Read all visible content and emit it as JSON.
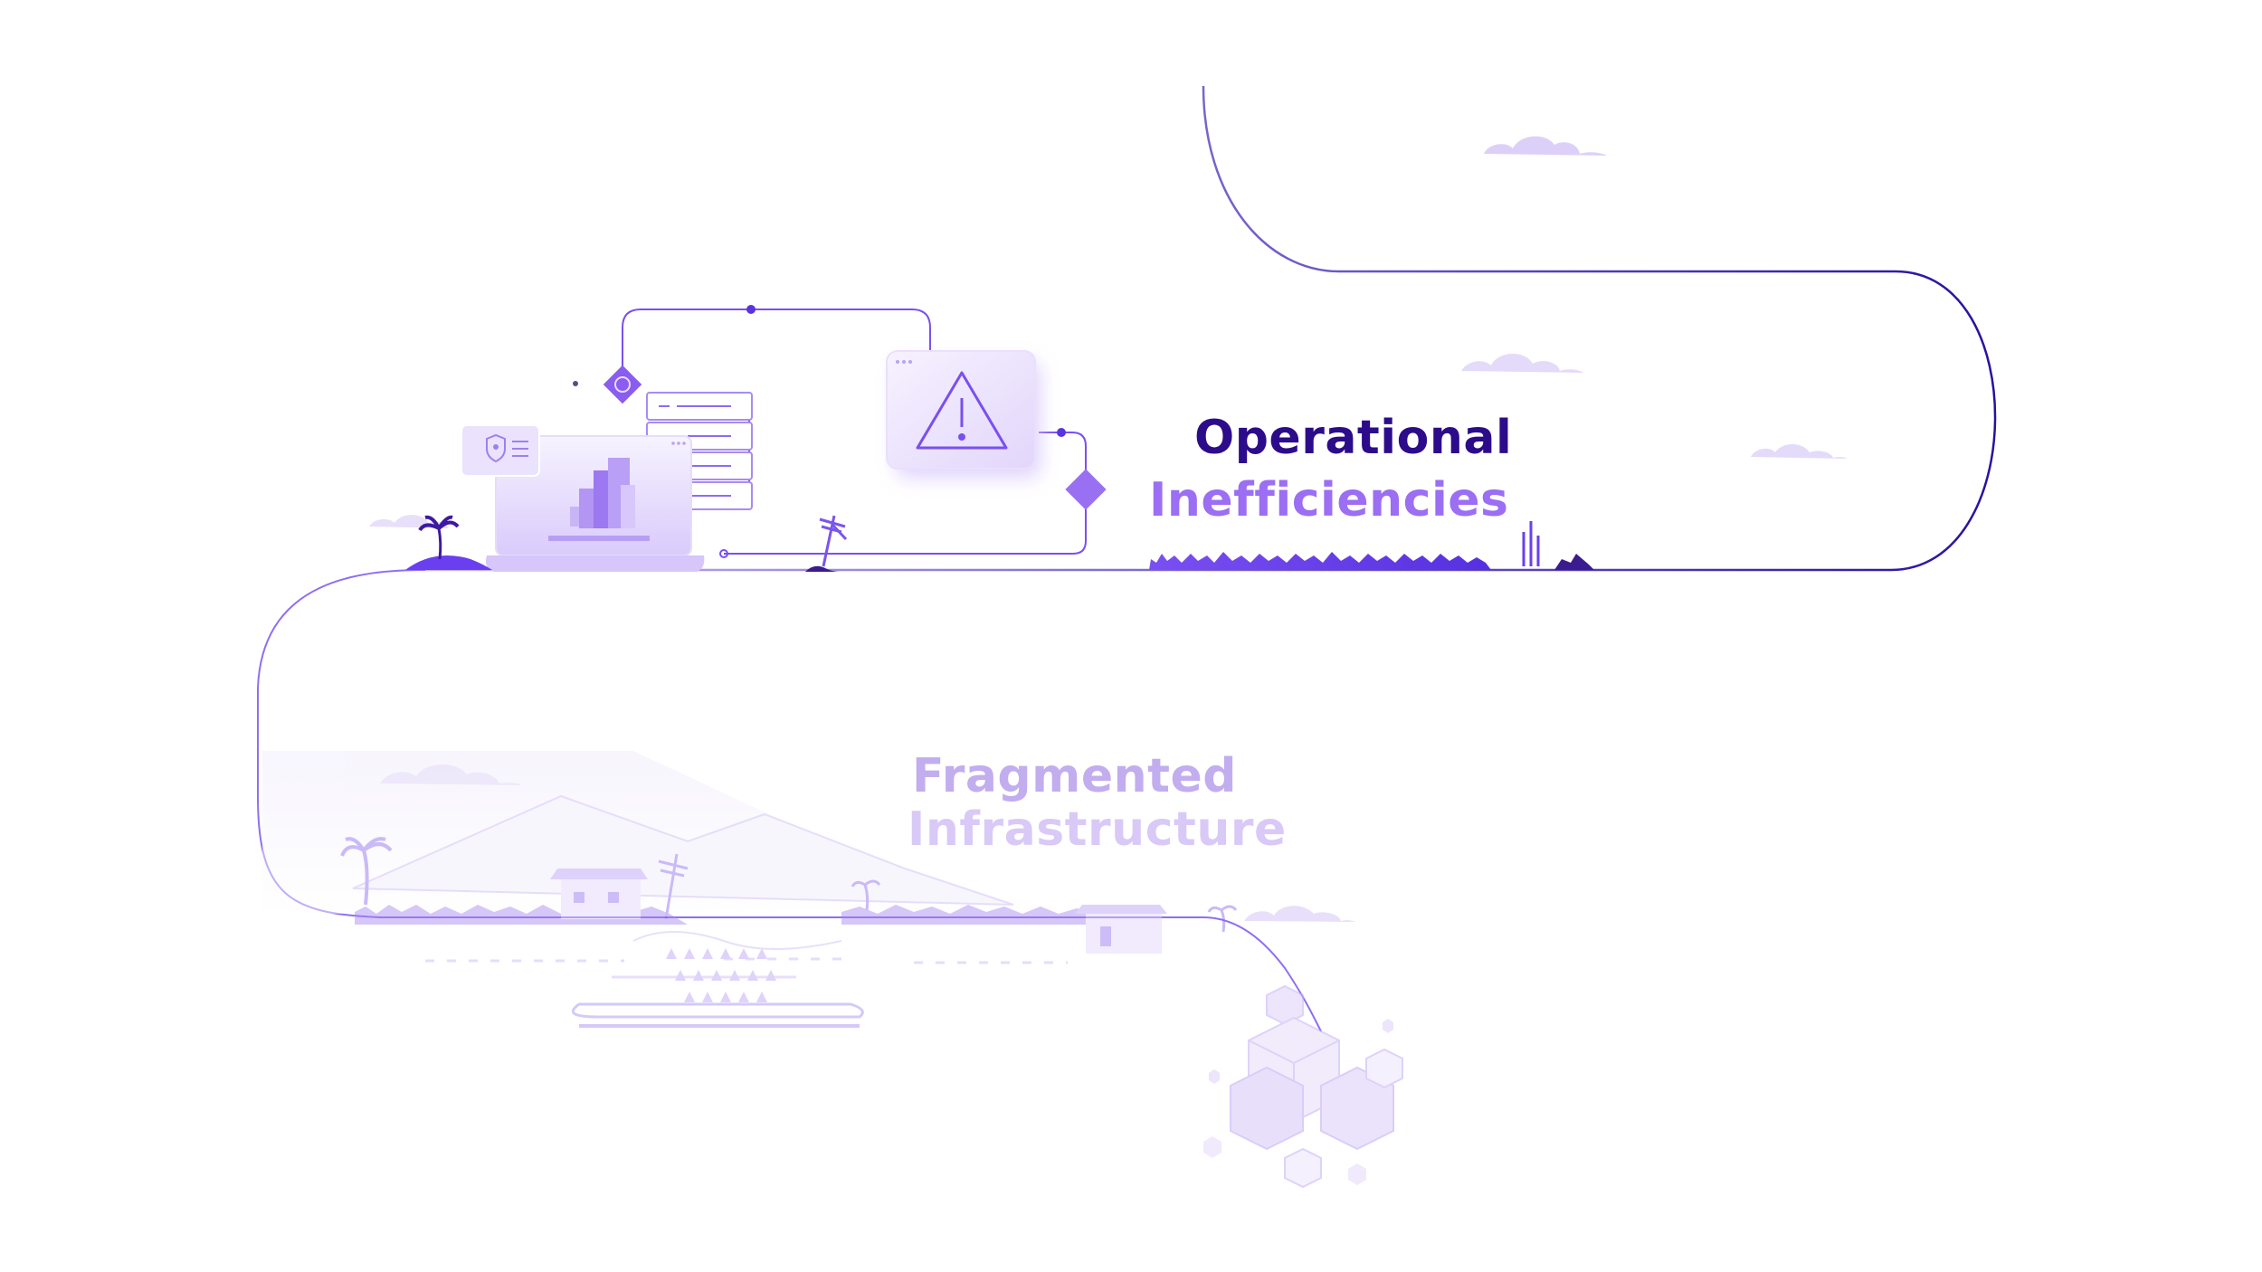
{
  "stages": [
    {
      "line1": "Operational",
      "line2": "Inefficiencies",
      "state": "active"
    },
    {
      "line1": "Fragmented",
      "line2": "Infrastructure",
      "state": "faded"
    }
  ],
  "colors": {
    "path": "#3b1fa8",
    "title_dark": "#2c0c8a",
    "title_accent": "#9b6ef3",
    "faded_title": "#c2adef",
    "faded_title_2": "#d9c9f7",
    "illustration": "#a98bf2",
    "illustration_light": "#e6dcfb",
    "ground": "#6a3ff0"
  },
  "icons": [
    "warning-icon",
    "shield-icon",
    "building-icon",
    "server-icon",
    "palm-tree-icon",
    "cloud-icon",
    "house-icon",
    "cube-icon"
  ]
}
